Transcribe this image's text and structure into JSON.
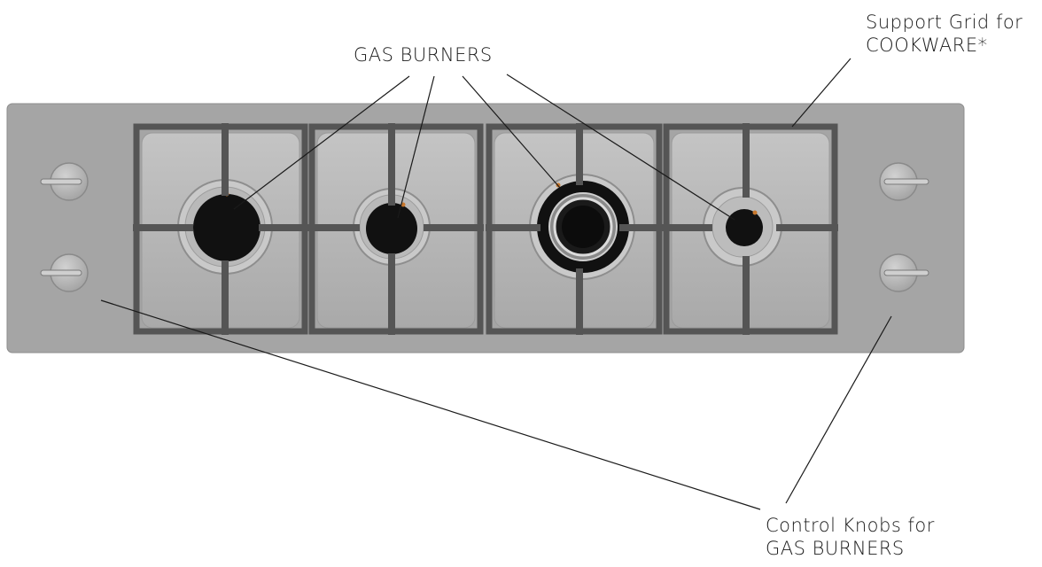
{
  "labels": {
    "gas_burners": "GAS BURNERS",
    "support_grid_line1": "Support Grid for",
    "support_grid_line2": "COOKWARE*",
    "control_knobs_line1": "Control Knobs for",
    "control_knobs_line2": "GAS BURNERS"
  },
  "colors": {
    "hob_surface": "#a5a5a5",
    "grid": "#555555",
    "burner_cap": "#111111",
    "knob": "#b4b4b4",
    "leader_line": "#1a1a1a"
  }
}
